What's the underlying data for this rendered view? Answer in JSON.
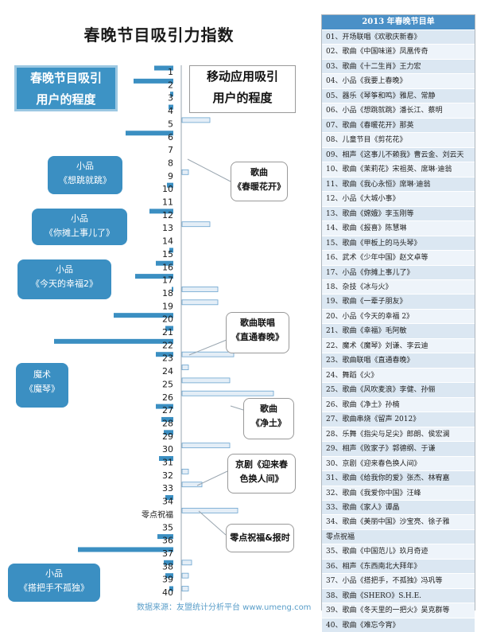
{
  "title": "春晚节目吸引力指数",
  "left_header": [
    "春晚节目吸引",
    "用户的程度"
  ],
  "right_header": [
    "移动应用吸引",
    "用户的程度"
  ],
  "source": "数据来源：友盟统计分析平台 www.umeng.com",
  "table_title": "2013 年春晚节目单",
  "colors": {
    "left_bar": "#3b8fc2",
    "right_bar": "#e4eef7",
    "right_bar_border": "#6aa4cf",
    "table_header": "#4a90c7",
    "callout_blue": "#3b8fc2"
  },
  "callouts": [
    {
      "id": "xiaopin-xiangtiao",
      "style": "blue",
      "lines": [
        "小品",
        "《想跳就跳》"
      ]
    },
    {
      "id": "xiaopin-nitan",
      "style": "blue",
      "lines": [
        "小品",
        "《你摊上事儿了》"
      ]
    },
    {
      "id": "xiaopin-jintian",
      "style": "blue",
      "lines": [
        "小品",
        "《今天的幸福2》"
      ]
    },
    {
      "id": "moshu-moqin",
      "style": "blue",
      "lines": [
        "魔术",
        "《魔琴》"
      ]
    },
    {
      "id": "xiaopin-dabashou",
      "style": "blue",
      "lines": [
        "小品",
        "《搭把手不孤独》"
      ]
    },
    {
      "id": "gequ-chunnuan",
      "style": "white",
      "lines": [
        "歌曲",
        "《春暖花开》"
      ]
    },
    {
      "id": "lianchang-zhitong",
      "style": "white",
      "lines": [
        "歌曲联唱",
        "《直通春晚》"
      ]
    },
    {
      "id": "gequ-jingtu",
      "style": "white",
      "lines": [
        "歌曲",
        "《净土》"
      ]
    },
    {
      "id": "jingju-yinglai",
      "style": "white",
      "lines": [
        "京剧《迎来春",
        "色换人间》"
      ]
    },
    {
      "id": "lingdian-zhufu",
      "style": "white",
      "lines": [
        "零点祝福&报时"
      ]
    }
  ],
  "chart_data": {
    "type": "bar",
    "orientation": "diverging-horizontal",
    "categories": [
      "1",
      "2",
      "3",
      "4",
      "5",
      "6",
      "7",
      "8",
      "9",
      "10",
      "11",
      "12",
      "13",
      "14",
      "15",
      "16",
      "17",
      "18",
      "19",
      "20",
      "21",
      "22",
      "23",
      "24",
      "25",
      "26",
      "27",
      "28",
      "29",
      "30",
      "31",
      "32",
      "33",
      "34",
      "零点祝福",
      "35",
      "36",
      "37",
      "38",
      "39",
      "40"
    ],
    "series": [
      {
        "side": "left",
        "values": [
          24,
          50,
          4,
          6,
          0,
          60,
          0,
          0,
          0,
          8,
          0,
          30,
          0,
          0,
          5,
          22,
          48,
          2,
          0,
          75,
          10,
          150,
          22,
          0,
          0,
          0,
          22,
          15,
          12,
          0,
          18,
          0,
          0,
          10,
          0,
          0,
          20,
          120,
          12,
          10,
          5
        ]
      },
      {
        "side": "right",
        "values": [
          0,
          0,
          0,
          0,
          35,
          0,
          0,
          0,
          8,
          0,
          0,
          0,
          35,
          0,
          0,
          0,
          0,
          45,
          45,
          0,
          0,
          0,
          65,
          8,
          60,
          115,
          0,
          0,
          0,
          60,
          0,
          8,
          25,
          0,
          70,
          0,
          0,
          0,
          12,
          8,
          8
        ]
      }
    ],
    "ylim": [
      0,
      150
    ],
    "grid": false,
    "legend": "none"
  },
  "table": [
    "01、开场联唱《欢歌庆新春》",
    "02、歌曲《中国味道》凤凰传奇",
    "03、歌曲《十二生肖》王力宏",
    "04、小品《我要上春晚》",
    "05、器乐《琴筝和鸣》雅尼、常静",
    "06、小品《想跳就跳》潘长江、蔡明",
    "07、歌曲《春暖花开》那英",
    "08、儿童节目《剪花花》",
    "09、相声《这事儿不赖我》曹云金、刘云天",
    "10、歌曲《茉莉花》宋祖英、席琳·迪翁",
    "11、歌曲《我心永恒》席琳·迪翁",
    "12、小品《大城小事》",
    "13、歌曲《嫦娥》李玉刚等",
    "14、歌曲《报喜》陈慧琳",
    "15、歌曲《甲板上的马头琴》",
    "16、武术《少年中国》赵文卓等",
    "17、小品《你摊上事儿了》",
    "18、杂技《冰与火》",
    "19、歌曲《一辈子朋友》",
    "20、小品《今天的幸福 2》",
    "21、歌曲《幸福》毛阿敏",
    "22、魔术《魔琴》刘谦、李云迪",
    "23、歌曲联唱《直通春晚》",
    "24、舞蹈《火》",
    "25、歌曲《风吹麦浪》李健、孙俪",
    "26、歌曲《净土》孙楠",
    "27、歌曲串烧《留声 2012》",
    "28、乐舞《指尖与足尖》郎朗、侯宏澜",
    "29、相声《败家子》郭德纲、于谦",
    "30、京剧《迎来春色换人间》",
    "31、歌曲《给我你的爱》张杰、林宥嘉",
    "32、歌曲《我爱你中国》汪峰",
    "33、歌曲《家人》谭晶",
    "34、歌曲《美丽中国》沙宝亮、徐子雅",
    "零点祝福",
    "35、歌曲《中国范儿》玖月奇迹",
    "36、相声《东西南北大拜年》",
    "37、小品《搭把手，不孤独》冯巩等",
    "38、歌曲《SHERO》S.H.E.",
    "39、歌曲《冬天里的一把火》吴克群等",
    "40、歌曲《难忘今宵》"
  ]
}
